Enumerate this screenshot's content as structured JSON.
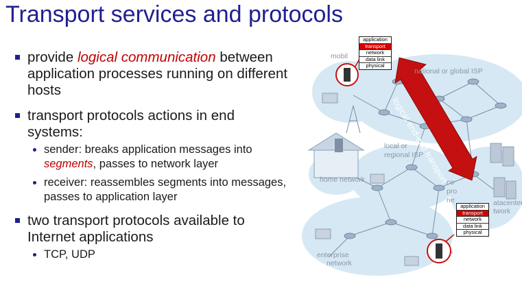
{
  "title": "Transport services and protocols",
  "bullets": {
    "b1_pre": "provide ",
    "b1_italic": "logical communication",
    "b1_rest": " between application processes running on different hosts",
    "b2": "transport protocols actions in end systems:",
    "b2_sub1_pre": "sender: breaks application messages into ",
    "b2_sub1_italic": "segments",
    "b2_sub1_post": ", passes to  network layer",
    "b2_sub2": "receiver: reassembles segments into messages, passes to application layer",
    "b3": "two transport protocols available to Internet applications",
    "b3_sub1": "TCP, UDP"
  },
  "diagram": {
    "labels": {
      "mobile": "mobil",
      "national_isp": "national or global ISP",
      "local_isp_1": "local or",
      "local_isp_2": "regional ISP",
      "home_network": "home network",
      "content_1": "co",
      "content_2": "pro",
      "content_3": "ne",
      "datacenter_1": "atacenter",
      "datacenter_2": "twork",
      "enterprise_1": "enterprise",
      "enterprise_2": "network"
    },
    "arrow_label": "logical end-end transport",
    "stack_layers": [
      "application",
      "transport",
      "network",
      "data link",
      "physical"
    ]
  },
  "colors": {
    "title": "#1f1f8f",
    "bullet": "#1f1f8f",
    "emphasis": "#c00000",
    "arrow": "#c41010",
    "cloud": "#d6e8f3"
  }
}
